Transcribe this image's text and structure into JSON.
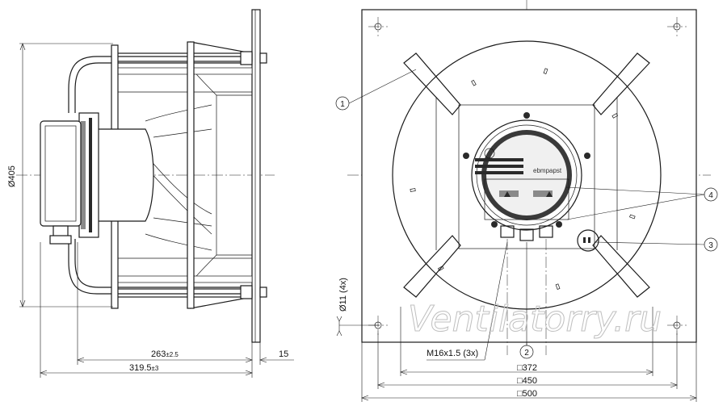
{
  "dimensions": {
    "diameter": "Ø405",
    "depth_main": "263",
    "depth_main_tol": "±2.5",
    "depth_total": "319.5",
    "depth_total_tol": "±3",
    "plate_thickness": "15",
    "hole": "Ø11 (4x)",
    "cable_gland": "M16x1.5 (3x)",
    "sq_inner": "□372",
    "sq_mid": "□450",
    "sq_outer": "□500"
  },
  "callouts": [
    "1",
    "2",
    "3",
    "4"
  ],
  "brand_label": "ebmpapst",
  "watermark": "Ventilatorry.ru"
}
